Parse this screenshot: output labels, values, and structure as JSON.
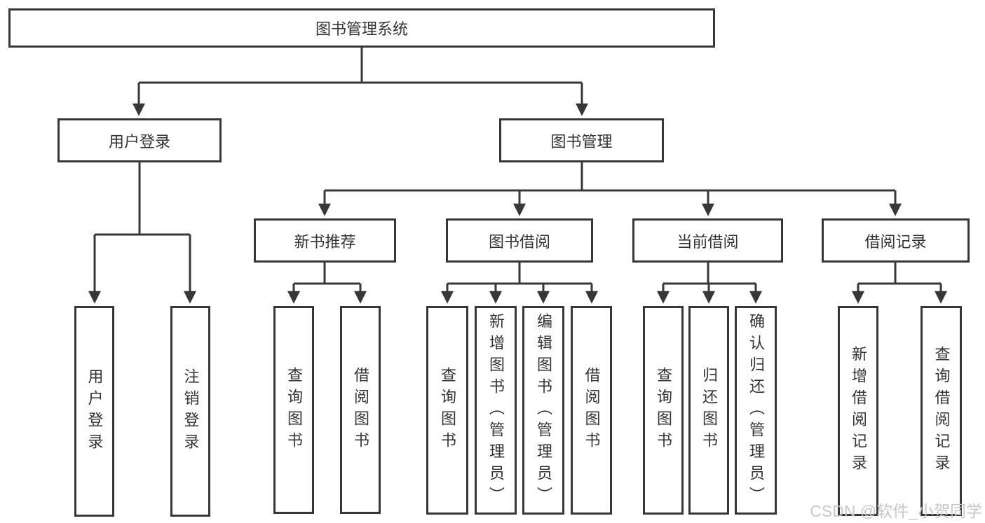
{
  "diagram": {
    "root": {
      "label": "图书管理系统"
    },
    "branches": [
      {
        "label": "用户登录",
        "children": [
          {
            "label": "用户登录"
          },
          {
            "label": "注销登录"
          }
        ]
      },
      {
        "label": "图书管理",
        "children": [
          {
            "label": "新书推荐",
            "children": [
              {
                "label": "查询图书"
              },
              {
                "label": "借阅图书"
              }
            ]
          },
          {
            "label": "图书借阅",
            "children": [
              {
                "label": "查询图书"
              },
              {
                "label": "新增图书（管理员）"
              },
              {
                "label": "编辑图书（管理员）"
              },
              {
                "label": "借阅图书"
              }
            ]
          },
          {
            "label": "当前借阅",
            "children": [
              {
                "label": "查询图书"
              },
              {
                "label": "归还图书"
              },
              {
                "label": "确认归还（管理员）"
              }
            ]
          },
          {
            "label": "借阅记录",
            "children": [
              {
                "label": "新增借阅记录"
              },
              {
                "label": "查询借阅记录"
              }
            ]
          }
        ]
      }
    ]
  },
  "watermark": {
    "text": "CSDN @软件_小贺同学"
  },
  "colors": {
    "line": "#373737",
    "text": "#333333",
    "watermark": "#c8c8c8",
    "background": "#ffffff"
  }
}
